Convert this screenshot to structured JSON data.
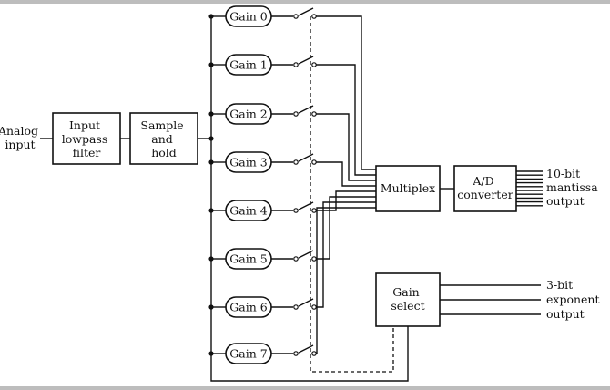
{
  "diagram": {
    "analog_input": [
      "Analog",
      "input"
    ],
    "lowpass_filter": [
      "Input",
      "lowpass",
      "filter"
    ],
    "sample_hold": [
      "Sample",
      "and",
      "hold"
    ],
    "gains": [
      "Gain 0",
      "Gain 1",
      "Gain 2",
      "Gain 3",
      "Gain 4",
      "Gain 5",
      "Gain 6",
      "Gain 7"
    ],
    "multiplex": "Multiplex",
    "adc": [
      "A/D",
      "converter"
    ],
    "mantissa_output": [
      "10-bit",
      "mantissa",
      "output"
    ],
    "gain_select": [
      "Gain",
      "select"
    ],
    "exponent_output": [
      "3-bit",
      "exponent",
      "output"
    ]
  }
}
